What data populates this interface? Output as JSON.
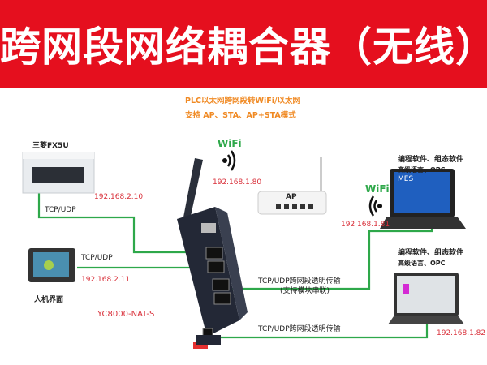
{
  "title": "跨网段网络耦合器（无线）",
  "subtitle_lines": [
    "PLC以太网跨网段转WiFi/以太网",
    "支持 AP、STA、AP+STA模式"
  ],
  "plc": {
    "name": "三菱FX5U",
    "protocol": "TCP/UDP",
    "ip": "192.168.2.10"
  },
  "hmi": {
    "name": "人机界面",
    "protocol": "TCP/UDP",
    "ip": "192.168.2.11"
  },
  "device": {
    "model": "YC8000-NAT-S",
    "wifi_label": "WiFi",
    "ip": "192.168.1.80"
  },
  "router": {
    "label": "AP"
  },
  "laptop1": {
    "software_lines": [
      "编程软件、组态软件",
      "高级语言、OPC"
    ],
    "wifi_label": "WiFi",
    "ip": "192.168.1.81",
    "screen_text": "MES"
  },
  "link_middle": {
    "label": "TCP/UDP跨网段透明传输",
    "note": "(支持模块串联)"
  },
  "laptop2": {
    "software_lines": [
      "编程软件、组态软件",
      "高级语言、OPC"
    ],
    "ip": "192.168.1.82"
  },
  "link_bottom": {
    "label": "TCP/UDP跨网段透明传输"
  },
  "colors": {
    "banner": "#e50f1e",
    "link": "#2ea84a",
    "ip": "#d9303a",
    "subtitle": "#f08a24"
  }
}
